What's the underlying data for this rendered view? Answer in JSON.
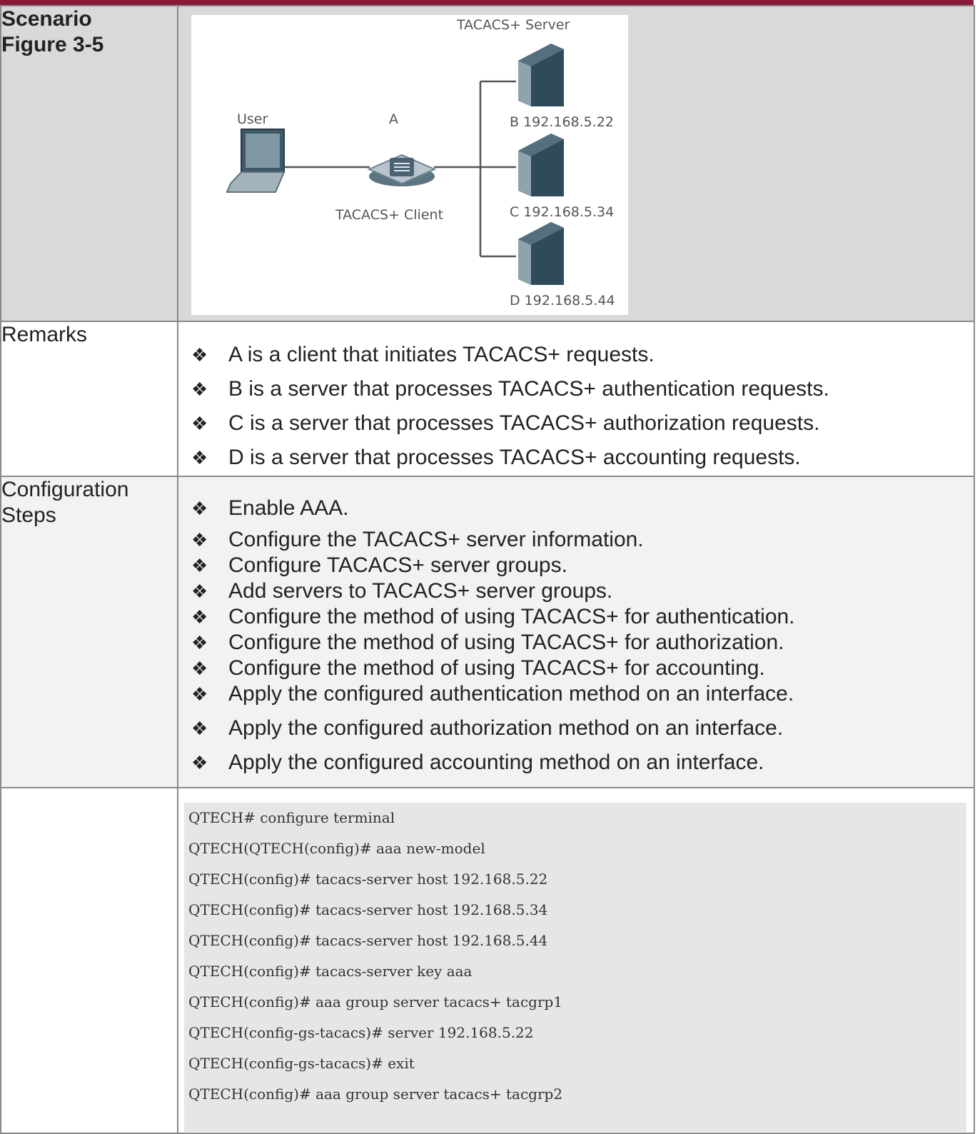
{
  "rows": {
    "scenario": {
      "label_line1": "Scenario",
      "label_line2": "Figure 3-5"
    },
    "remarks": {
      "label": "Remarks",
      "items": [
        "A is a client that initiates TACACS+ requests.",
        "B is a server that processes TACACS+ authentication requests.",
        "C is a server that processes TACACS+ authorization requests.",
        "D is a server that processes TACACS+ accounting requests."
      ]
    },
    "steps": {
      "label_line1": "Configuration",
      "label_line2": "Steps",
      "items": [
        "Enable AAA.",
        "Configure the TACACS+ server information.",
        "Configure TACACS+ server groups.",
        "Add servers to TACACS+ server groups.",
        "Configure the method of using TACACS+ for authentication.",
        "Configure the method of using TACACS+ for authorization.",
        "Configure the method of using TACACS+ for accounting.",
        "Apply the configured authentication method on an interface.",
        "Apply the configured authorization method on an interface.",
        "Apply the configured accounting method on an interface."
      ]
    },
    "code": {
      "lines": [
        "QTECH# configure terminal",
        "QTECH(QTECH(config)# aaa new-model",
        "QTECH(config)# tacacs-server host 192.168.5.22",
        "QTECH(config)# tacacs-server host 192.168.5.34",
        "QTECH(config)# tacacs-server host 192.168.5.44",
        "QTECH(config)# tacacs-server key aaa",
        "QTECH(config)# aaa group server tacacs+ tacgrp1",
        "QTECH(config-gs-tacacs)# server 192.168.5.22",
        "QTECH(config-gs-tacacs)# exit",
        "QTECH(config)# aaa group server tacacs+ tacgrp2"
      ]
    }
  },
  "bullet_glyph": "❖",
  "figure": {
    "server_title": "TACACS+ Server",
    "user_label": "User",
    "a_label": "A",
    "client_label": "TACACS+ Client",
    "server_b": "B 192.168.5.22",
    "server_c": "C 192.168.5.34",
    "server_d": "D 192.168.5.44"
  },
  "colors": {
    "accent_bar": "#8b1a3a",
    "header_gray": "#d9d9d9",
    "row_light": "#f2f2f2",
    "code_bg": "#e6e6e6",
    "server_blue": "#2f4a58"
  }
}
